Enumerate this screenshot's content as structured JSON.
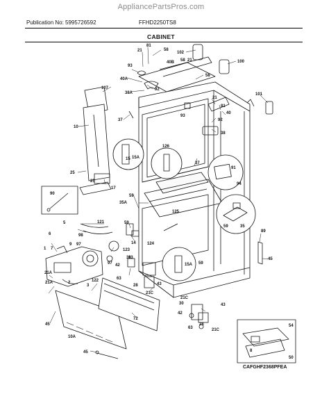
{
  "header": {
    "site": "AppliancePartsPros.com",
    "publication": "Publication No: 5995726592",
    "model": "FFHD2250TS8",
    "section": "CABINET"
  },
  "caption": "CAFGHF2368PFEA",
  "labels": {
    "l21a": "21",
    "l81a": "81",
    "l58a": "58",
    "l102": "102",
    "l100": "100",
    "l93a": "93",
    "l40b": "40B",
    "l58b": "58",
    "l21b": "21",
    "l58c": "58",
    "l40a": "40A",
    "l38a": "38A",
    "l92a": "92",
    "l107": "107",
    "l101": "101",
    "l21c": "21",
    "l81b": "81",
    "l40": "40",
    "l37a": "37",
    "l93b": "93",
    "l92b": "92",
    "l38": "38",
    "l10": "10",
    "l126": "126",
    "l15a": "15",
    "l15b": "15A",
    "l37b": "37",
    "l25a": "25",
    "l25b": "25",
    "l17": "17",
    "l91": "91",
    "l94": "94",
    "l90": "90",
    "l59a": "59",
    "l35a": "35A",
    "l125": "125",
    "l59b": "59",
    "l35": "35",
    "l5": "5",
    "l121": "121",
    "l59c": "59",
    "l6": "6",
    "l14": "14",
    "l124": "124",
    "l89": "89",
    "l98": "98",
    "l9": "9",
    "l123": "123",
    "l97": "97",
    "l13": "13",
    "l1": "1",
    "l7": "7",
    "l97b": "97",
    "l30a": "30",
    "l59d": "59",
    "l15c": "15A",
    "l45a": "45",
    "l42a": "42",
    "l28a": "28",
    "l43a": "43",
    "l63a": "63",
    "l21ab": "21A",
    "l21ac": "21A",
    "l2": "2",
    "l3": "3",
    "l122": "122",
    "l21cb": "21C",
    "l72": "72",
    "l21cc": "21C",
    "l30b": "30",
    "l43b": "43",
    "l42b": "42",
    "l28b": "28",
    "l63b": "63",
    "l21cd": "21C",
    "l45b": "45",
    "l10a": "10A",
    "l45c": "45",
    "l54": "54",
    "l50": "50",
    "l8": "8"
  }
}
